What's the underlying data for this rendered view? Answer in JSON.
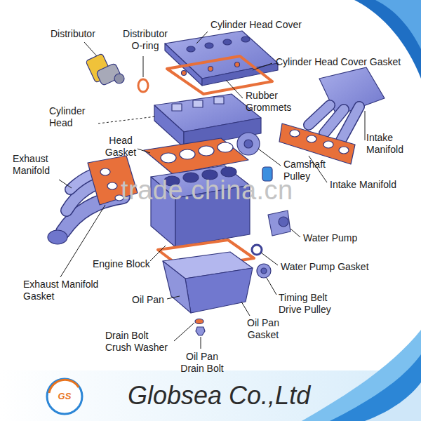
{
  "diagram": {
    "labels": [
      "Distributor",
      "Distributor O-ring",
      "Cylinder Head Cover",
      "Cylinder Head Cover Gasket",
      "Rubber Grommets",
      "Cylinder Head",
      "Head Gasket",
      "Intake Manifold",
      "Exhaust Manifold",
      "Camshaft Pulley",
      "Intake Manifold",
      "trade.china.cn",
      "Water Pump",
      "Engine Block",
      "Water Pump Gasket",
      "Exhaust Manifold Gasket",
      "Oil Pan",
      "Timing Belt Drive Pulley",
      "Oil Pan Gasket",
      "Drain Bolt Crush Washer",
      "Oil Pan Drain Bolt",
      "GS",
      "Globsea Co.,Ltd"
    ]
  }
}
